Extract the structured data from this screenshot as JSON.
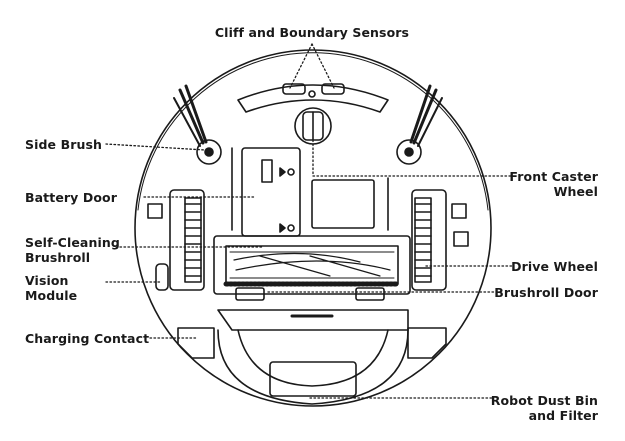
{
  "labels": {
    "cliff_sensors": "Cliff and Boundary Sensors",
    "side_brush": "Side Brush",
    "battery_door": "Battery Door",
    "self_cleaning_brushroll": "Self-Cleaning\nBrushroll",
    "vision_module": "Vision\nModule",
    "charging_contact": "Charging Contact",
    "front_caster_wheel": "Front Caster\nWheel",
    "drive_wheel": "Drive Wheel",
    "brushroll_door": "Brushroll Door",
    "robot_dust_bin": "Robot Dust Bin\nand Filter"
  },
  "colors": {
    "line": "#1a1a1a",
    "fill": "#ffffff"
  }
}
